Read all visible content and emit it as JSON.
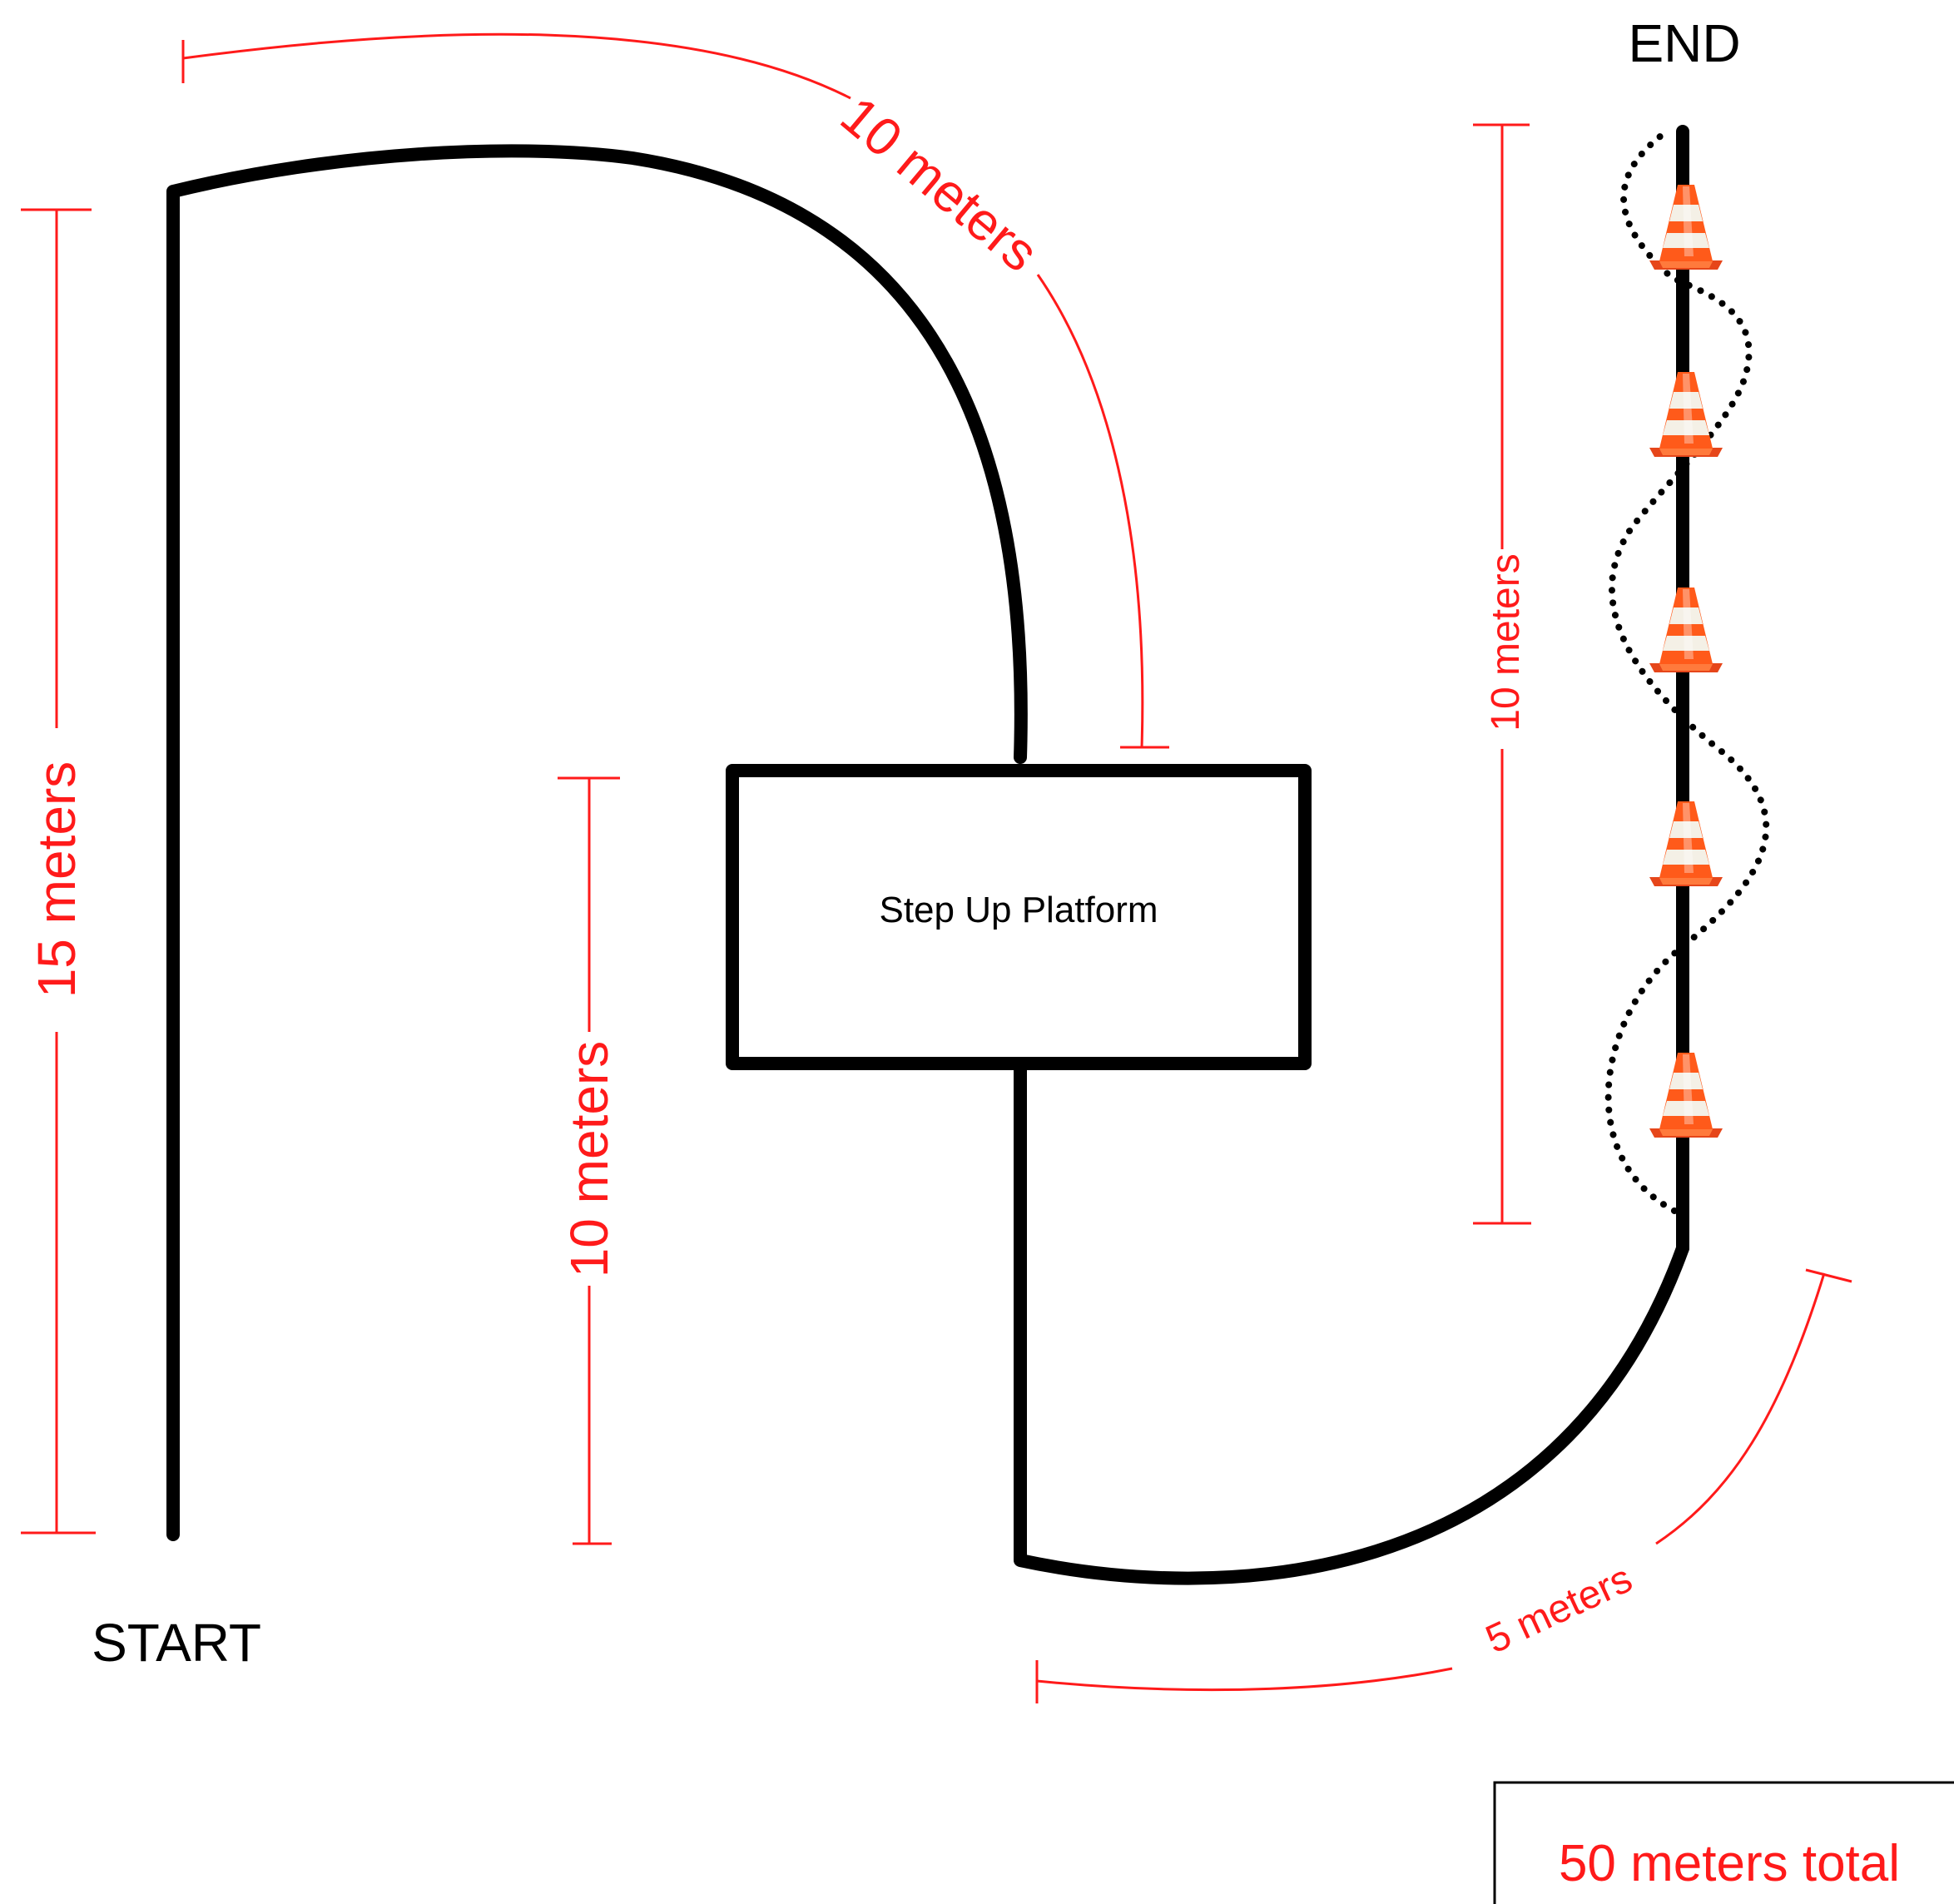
{
  "labels": {
    "start": "START",
    "end": "END",
    "platform": "Step Up Platform",
    "total": "50 meters total"
  },
  "dimensions": {
    "left_vertical": "15 meters",
    "top_arc": "10 meters",
    "middle_vertical": "10 meters",
    "cone_section": "10 meters",
    "bottom_arc": "5 meters"
  },
  "cones": {
    "count": 5,
    "icon": "traffic-cone-icon"
  },
  "colors": {
    "path": "#000000",
    "dimension": "#ff1a1a",
    "cone_orange": "#ff5a1a",
    "cone_stripe": "#f4f0e6"
  }
}
